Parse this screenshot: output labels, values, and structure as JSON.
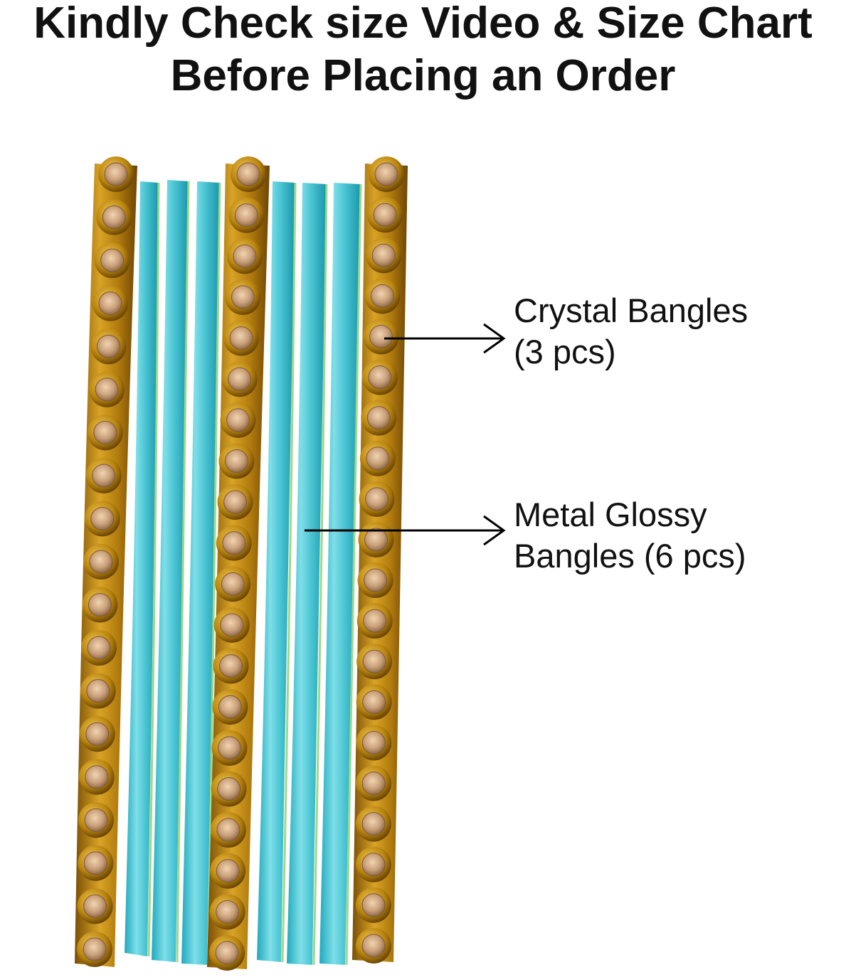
{
  "headline": {
    "line1": "Kindly Check size Video & Size Chart",
    "line2": "Before Placing an Order"
  },
  "callouts": [
    {
      "line1": "Crystal Bangles",
      "line2": "(3 pcs)"
    },
    {
      "line1": "Metal Glossy",
      "line2": "Bangles (6 pcs)"
    }
  ],
  "colors": {
    "gold": "#b8860b",
    "gold_dark": "#8a5a08",
    "crystal": "#d8b08a",
    "glossy_teal": "#4fc7d6",
    "glossy_light": "#9ee3ea",
    "green_rim": "#8fd39a",
    "text": "#111111"
  }
}
